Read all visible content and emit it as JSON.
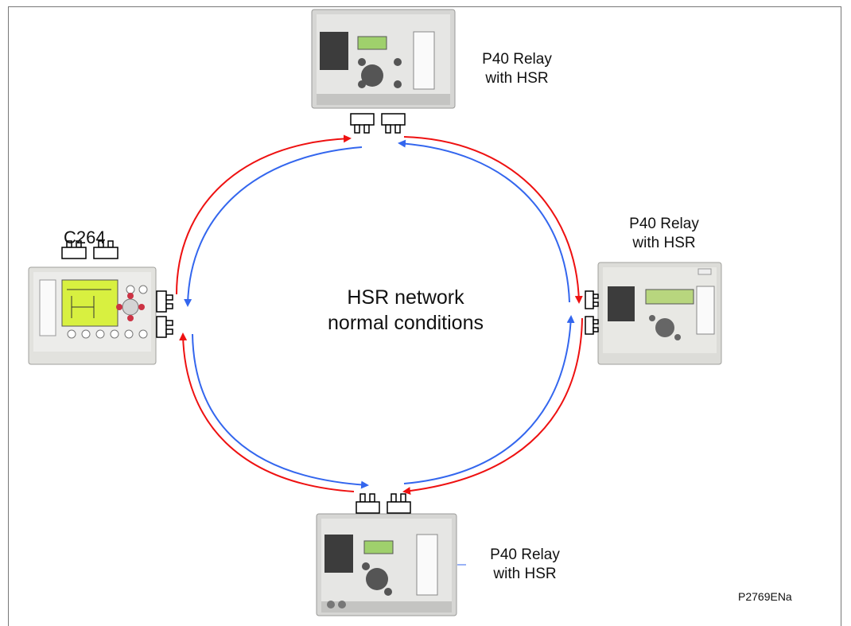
{
  "center_label": {
    "line1": "HSR network",
    "line2": "normal conditions"
  },
  "devices": {
    "top": {
      "line1": "P40 Relay",
      "line2": "with HSR"
    },
    "right": {
      "line1": "P40 Relay",
      "line2": "with HSR"
    },
    "bottom": {
      "line1": "P40 Relay",
      "line2": "with HSR"
    },
    "left": {
      "label": "C264"
    }
  },
  "figure_code": "P2769ENa",
  "colors": {
    "ring_red": "#ee1111",
    "ring_blue": "#3366ee"
  }
}
